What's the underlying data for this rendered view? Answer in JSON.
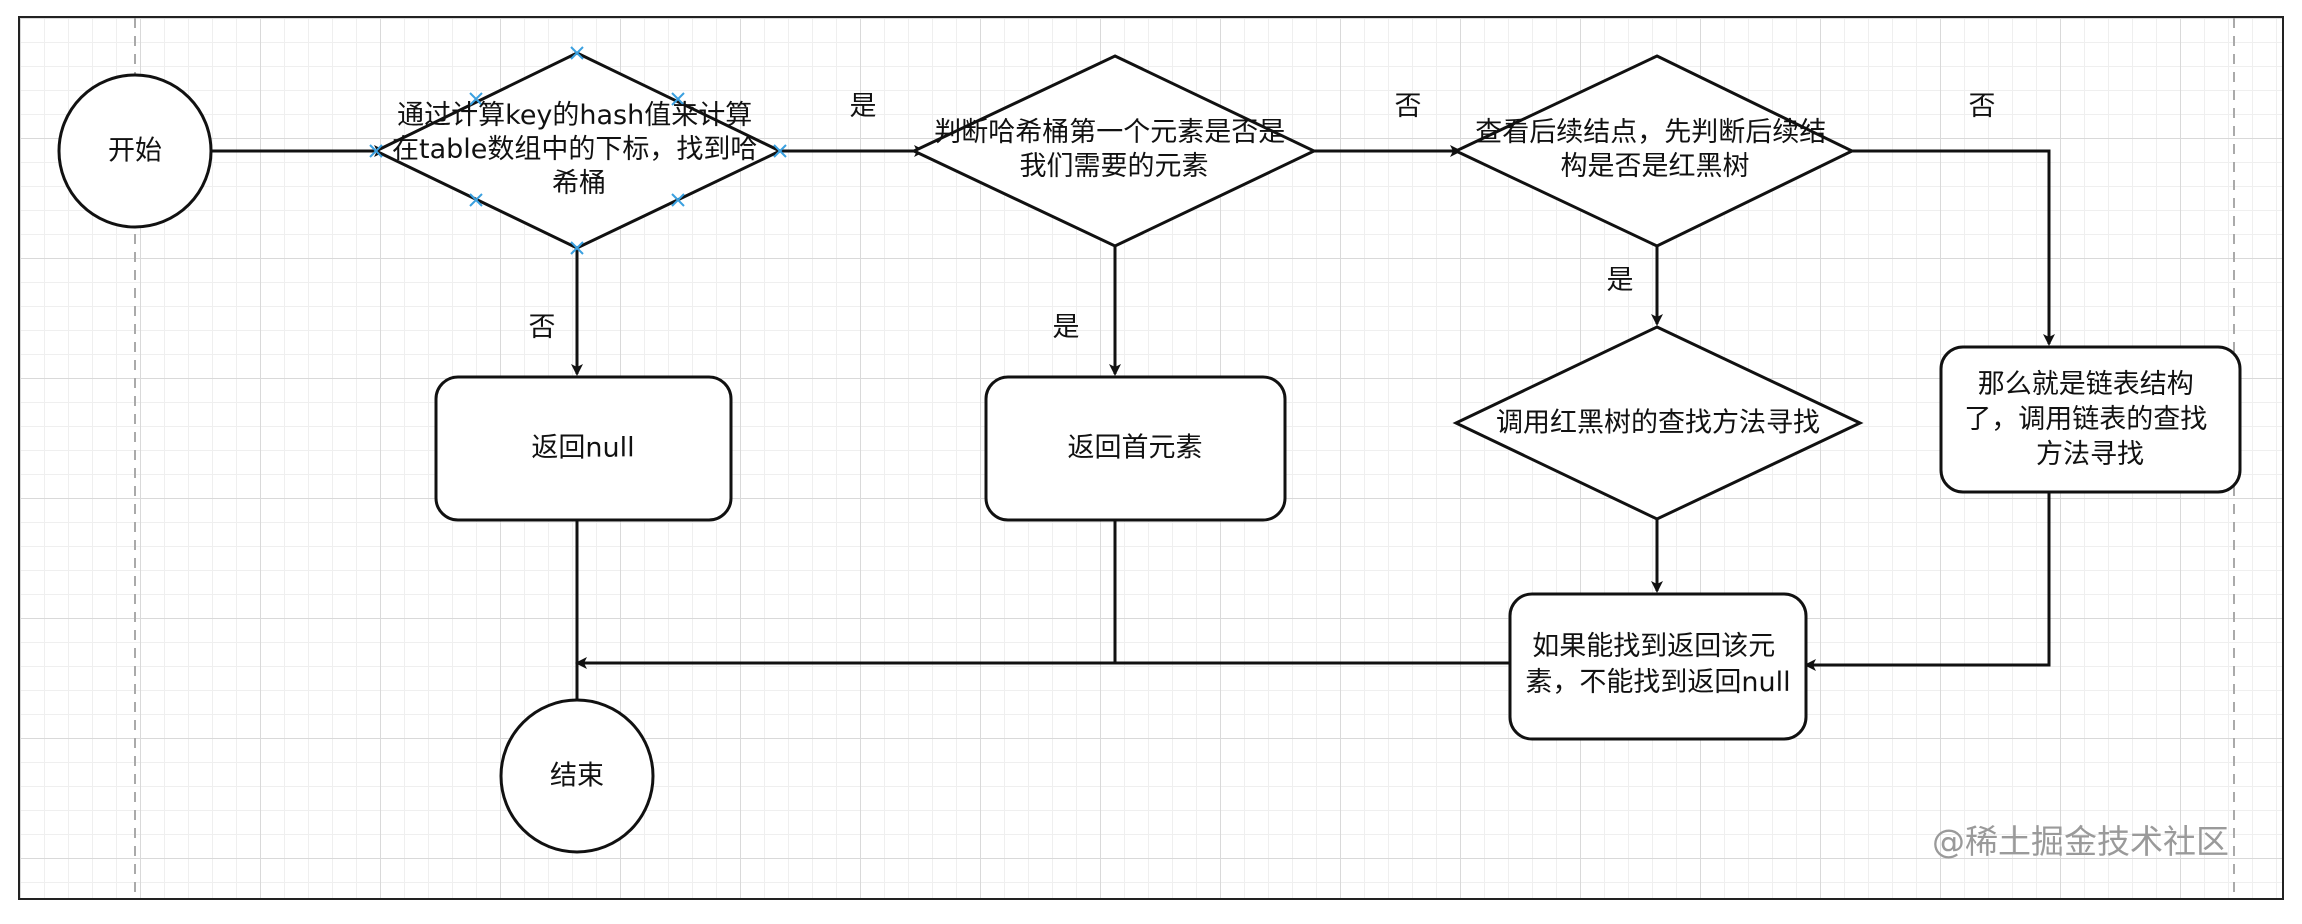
{
  "nodes": {
    "start": "开始",
    "compute_index": [
      "通过计算key的hash值来计算",
      "在table数组中的下标，找到哈",
      "希桶"
    ],
    "check_first": [
      "判断哈希桶第一个元素是否是",
      "我们需要的元素"
    ],
    "check_next": [
      "查看后续结点，先判断后续结",
      "构是否是红黑树"
    ],
    "return_null": "返回null",
    "return_first": "返回首元素",
    "red_black_find": "调用红黑树的查找方法寻找",
    "linked_list_find": [
      "那么就是链表结构",
      "了，调用链表的查找",
      "方法寻找"
    ],
    "return_if_found": [
      "如果能找到返回该元",
      "素，不能找到返回null"
    ],
    "end": "结束"
  },
  "edges": {
    "compute_to_check_first": "是",
    "check_first_to_check_next": "否",
    "check_next_to_linked_list": "否",
    "compute_to_return_null": "否",
    "check_first_to_return_first": "是",
    "check_next_to_red_black": "是"
  },
  "watermark": "@稀土掘金技术社区"
}
